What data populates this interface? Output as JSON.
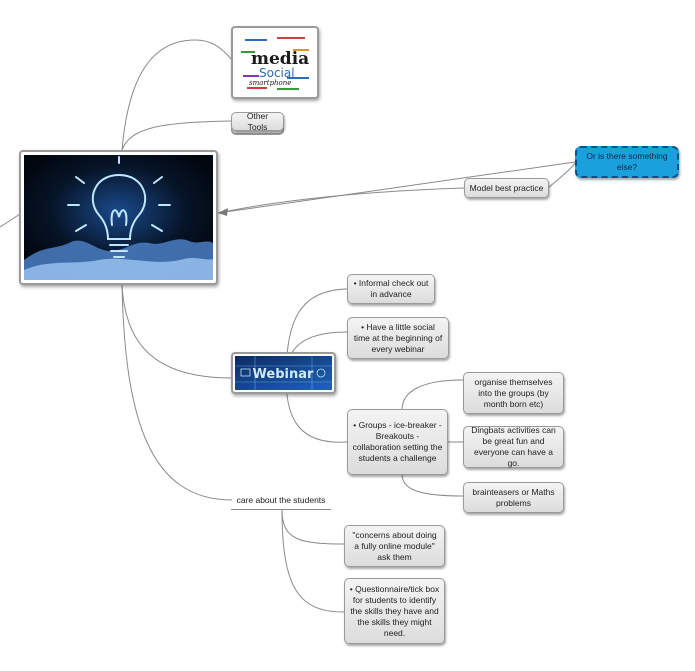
{
  "nodes": {
    "other_tools": "Other Tools",
    "model_best_practice": "Model best practice",
    "or_something_else": "Or is there something else?",
    "care_students": "care about the students",
    "informal_checkout": "• Informal check out in advance",
    "social_time": "• Have a little social time at the beginning of every webinar",
    "groups": "• Groups  - ice-breaker - Breakouts - collaboration setting the students a challenge",
    "organise": "organise themselves into the groups (by month born etc)",
    "dingbats": "Dingbats activities can be great fun and everyone can have a go.",
    "brainteasers": "brainteasers or Maths problems",
    "concerns": "\"concerns about doing a fully online module\" ask them",
    "questionnaire": "• Questionnaire/tick box for students to identify the skills they have and the skills they might need."
  },
  "images": {
    "word_cloud": [
      "media",
      "Social",
      "smartphone"
    ],
    "webinar": "Webinar"
  }
}
